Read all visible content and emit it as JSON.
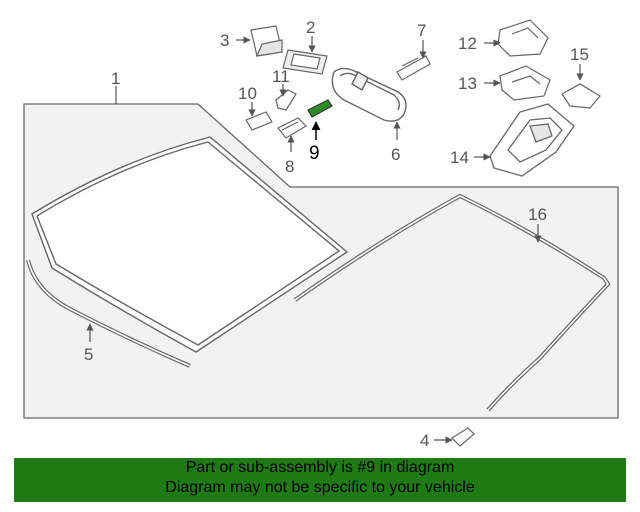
{
  "diagram": {
    "highlight_color": "#2e8b22",
    "callouts": [
      {
        "id": "c1",
        "label": "1"
      },
      {
        "id": "c2",
        "label": "2"
      },
      {
        "id": "c3",
        "label": "3"
      },
      {
        "id": "c4",
        "label": "4"
      },
      {
        "id": "c5",
        "label": "5"
      },
      {
        "id": "c6",
        "label": "6"
      },
      {
        "id": "c7",
        "label": "7"
      },
      {
        "id": "c8",
        "label": "8"
      },
      {
        "id": "c9",
        "label": "9"
      },
      {
        "id": "c10",
        "label": "10"
      },
      {
        "id": "c11",
        "label": "11"
      },
      {
        "id": "c12",
        "label": "12"
      },
      {
        "id": "c13",
        "label": "13"
      },
      {
        "id": "c14",
        "label": "14"
      },
      {
        "id": "c15",
        "label": "15"
      },
      {
        "id": "c16",
        "label": "16"
      }
    ]
  },
  "banner": {
    "background": "#1f7a16",
    "line1": "Part or sub-assembly is #9 in diagram",
    "line2": "Diagram may not be specific to your vehicle"
  }
}
